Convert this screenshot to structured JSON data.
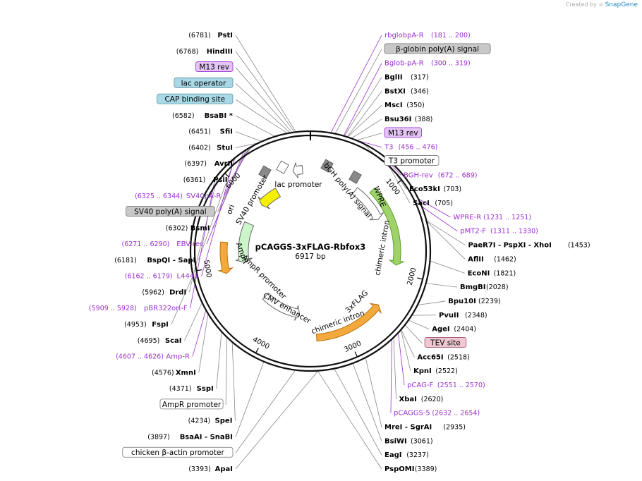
{
  "credit": {
    "prefix": "Created by",
    "brand": "SnapGene"
  },
  "plasmid": {
    "name": "pCAGGS-3xFLAG-Rbfox3",
    "size_label": "6917 bp",
    "length": 6917
  },
  "ticks": [
    "1000",
    "2000",
    "3000",
    "4000",
    "5000",
    "6000"
  ],
  "features": [
    {
      "name": "chimeric intron",
      "start": 873,
      "end": 1910,
      "dir": 1,
      "color": "#9fd36a",
      "edge": "#5a9e2a"
    },
    {
      "name": "chimeric intron",
      "start": 2465,
      "end": 3380,
      "dir": -1,
      "color": "#f4a93c",
      "edge": "#b57414"
    },
    {
      "name": "AmpR promoter",
      "start": 4900,
      "end": 5300,
      "dir": -1,
      "color": "#f4a93c",
      "edge": "#b57414"
    },
    {
      "name": "AmpR",
      "start": 5000,
      "end": 5650,
      "dir": -1,
      "color": "#ccf5cc",
      "edge": "#666"
    },
    {
      "name": "ori",
      "start": 6020,
      "end": 6360,
      "dir": -1,
      "color": "#f5f000",
      "edge": "#666"
    },
    {
      "name": "CMV enhancer",
      "start": 3650,
      "end": 4320,
      "dir": -1,
      "color": "#ffffff",
      "edge": "#666"
    },
    {
      "name": "WPRE",
      "start": 700,
      "end": 1250,
      "dir": 1,
      "color": "#ffffff",
      "edge": "#666"
    },
    {
      "name": "lac promoter",
      "start": 6680,
      "end": 6810,
      "dir": -1,
      "color": "#ffffff",
      "edge": "#666"
    }
  ],
  "inner_labels": [
    "SV40 promoter",
    "lac promoter",
    "bGH poly(A) signal",
    "WPRE",
    "chimeric intron",
    "3xFLAG",
    "chimeric intron",
    "CMV enhancer",
    "AmpR promoter",
    "AmpR",
    "ori"
  ],
  "left_labels": [
    {
      "pos": "(6781)",
      "name": "PstI",
      "type": "enz",
      "bp": 6781
    },
    {
      "pos": "(6768)",
      "name": "HindIII",
      "type": "enz",
      "bp": 6768
    },
    {
      "name": "M13 rev",
      "type": "box",
      "box": "#e3c4f5",
      "border": "#9b2fcf",
      "bp": 6745
    },
    {
      "name": "lac operator",
      "type": "box",
      "box": "#a9d8e6",
      "border": "#5a8fa0",
      "bp": 6725
    },
    {
      "name": "CAP binding site",
      "type": "box",
      "box": "#a9d8e6",
      "border": "#5a8fa0",
      "bp": 6700
    },
    {
      "pos": "(6582)",
      "name": "BsaBI  *",
      "type": "enz",
      "bp": 6582
    },
    {
      "pos": "(6451)",
      "name": "SfiI",
      "type": "enz",
      "bp": 6451
    },
    {
      "pos": "(6402)",
      "name": "StuI",
      "type": "enz",
      "bp": 6402
    },
    {
      "pos": "(6397)",
      "name": "AvrII",
      "type": "enz",
      "bp": 6397
    },
    {
      "pos": "(6361)",
      "name": "PsiI",
      "type": "enz",
      "bp": 6361
    },
    {
      "pos": "(6325 .. 6344)",
      "name": "SV40pA-R",
      "type": "primer",
      "bp": 6335
    },
    {
      "name": "SV40 poly(A) signal",
      "type": "box",
      "box": "#c8c8c8",
      "border": "#777",
      "bp": 6310
    },
    {
      "pos": "(6302)",
      "name": "BsmI",
      "type": "enz",
      "bp": 6302
    },
    {
      "pos": "(6271 .. 6290)",
      "name": "EBV-rev",
      "type": "primer",
      "bp": 6280
    },
    {
      "pos": "(6181)",
      "name": "BspQI  - SapI",
      "type": "enz",
      "bp": 6181
    },
    {
      "pos": "(6162 .. 6179)",
      "name": "L4440",
      "type": "primer",
      "bp": 6170
    },
    {
      "pos": "(5962)",
      "name": "DrdI",
      "type": "enz",
      "bp": 5962
    },
    {
      "pos": "(5909 .. 5928)",
      "name": "pBR322ori-F",
      "type": "primer",
      "bp": 5918
    },
    {
      "pos": "(4953)",
      "name": "FspI",
      "type": "enz",
      "bp": 4953
    },
    {
      "pos": "(4695)",
      "name": "ScaI",
      "type": "enz",
      "bp": 4695
    },
    {
      "pos": "(4607 .. 4626)",
      "name": "Amp-R",
      "type": "primer",
      "bp": 4616
    },
    {
      "pos": "(4576)",
      "name": "XmnI",
      "type": "enz",
      "bp": 4576
    },
    {
      "pos": "(4371)",
      "name": "SspI",
      "type": "enz",
      "bp": 4371
    },
    {
      "name": "AmpR promoter",
      "type": "box",
      "box": "#ffffff",
      "border": "#777",
      "bp": 4300
    },
    {
      "pos": "(4234)",
      "name": "SpeI",
      "type": "enz",
      "bp": 4234
    },
    {
      "pos": "(3897)",
      "name": "BsaAI  - SnaBI",
      "type": "enz",
      "bp": 3897
    },
    {
      "name": "chicken β-actin promoter",
      "type": "box",
      "box": "#ffffff",
      "border": "#777",
      "bp": 3600
    },
    {
      "pos": "(3393)",
      "name": "ApaI",
      "type": "enz",
      "bp": 3393
    }
  ],
  "right_labels": [
    {
      "pos": "(181 .. 200)",
      "name": "rbglobpA-R",
      "type": "primer",
      "bp": 190
    },
    {
      "name": "β-globin poly(A) signal",
      "type": "box",
      "box": "#c8c8c8",
      "border": "#777",
      "bp": 230
    },
    {
      "pos": "(300 .. 319)",
      "name": "Bglob-pA-R",
      "type": "primer",
      "bp": 310
    },
    {
      "pos": "(317)",
      "name": "BglII",
      "type": "enz",
      "bp": 317
    },
    {
      "pos": "(346)",
      "name": "BstXI",
      "type": "enz",
      "bp": 346
    },
    {
      "pos": "(350)",
      "name": "MscI",
      "type": "enz",
      "bp": 350
    },
    {
      "pos": "(388)",
      "name": "Bsu36I",
      "type": "enz",
      "bp": 388
    },
    {
      "name": "M13 rev",
      "type": "box",
      "box": "#e3c4f5",
      "border": "#9b2fcf",
      "bp": 440
    },
    {
      "pos": "(456 .. 476)",
      "name": "T3",
      "type": "primer",
      "bp": 466
    },
    {
      "name": "T3 promoter",
      "type": "box",
      "box": "#ffffff",
      "border": "#777",
      "bp": 480
    },
    {
      "pos": "(672 .. 689)",
      "name": "BGH-rev",
      "type": "primer",
      "bp": 680
    },
    {
      "pos": "(703)",
      "name": "Eco53kI",
      "type": "enz",
      "bp": 703
    },
    {
      "pos": "(705)",
      "name": "SacI",
      "type": "enz",
      "bp": 705
    },
    {
      "pos": "(1231 .. 1251)",
      "name": "WPRE-R",
      "type": "primer",
      "bp": 1241
    },
    {
      "pos": "(1311 .. 1330)",
      "name": "pMT2-F",
      "type": "primer",
      "bp": 1320
    },
    {
      "pos": "(1453)",
      "name": "PaeR7I  - PspXI  - XhoI",
      "type": "enz",
      "bp": 1453
    },
    {
      "pos": "(1462)",
      "name": "AflII",
      "type": "enz",
      "bp": 1462
    },
    {
      "pos": "(1821)",
      "name": "EcoNI",
      "type": "enz",
      "bp": 1821
    },
    {
      "pos": "(2028)",
      "name": "BmgBI",
      "type": "enz",
      "bp": 2028
    },
    {
      "pos": "(2239)",
      "name": "Bpu10I",
      "type": "enz",
      "bp": 2239
    },
    {
      "pos": "(2348)",
      "name": "PvuII",
      "type": "enz",
      "bp": 2348
    },
    {
      "pos": "(2404)",
      "name": "AgeI",
      "type": "enz",
      "bp": 2404
    },
    {
      "name": "TEV site",
      "type": "box",
      "box": "#f0c8d2",
      "border": "#a05070",
      "bp": 2460
    },
    {
      "pos": "(2518)",
      "name": "Acc65I",
      "type": "enz",
      "bp": 2518
    },
    {
      "pos": "(2522)",
      "name": "KpnI",
      "type": "enz",
      "bp": 2522
    },
    {
      "pos": "(2551 .. 2570)",
      "name": "pCAG-F",
      "type": "primer",
      "bp": 2560
    },
    {
      "pos": "(2620)",
      "name": "XbaI",
      "type": "enz",
      "bp": 2620
    },
    {
      "pos": "(2632 .. 2654)",
      "name": "pCAGGS-5",
      "type": "primer",
      "bp": 2643
    },
    {
      "pos": "(2935)",
      "name": "MreI  - SgrAI",
      "type": "enz",
      "bp": 2935
    },
    {
      "pos": "(3061)",
      "name": "BsiWI",
      "type": "enz",
      "bp": 3061
    },
    {
      "pos": "(3237)",
      "name": "EagI",
      "type": "enz",
      "bp": 3237
    },
    {
      "pos": "(3389)",
      "name": "PspOMI",
      "type": "enz",
      "bp": 3389
    }
  ]
}
